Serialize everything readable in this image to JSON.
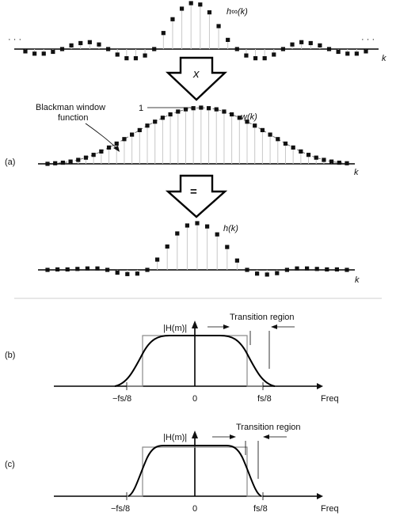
{
  "panel_a": {
    "label": "(a)",
    "ideal": {
      "name": "h∞(k)",
      "axis": "k",
      "ellipsis_left": "· · ·",
      "ellipsis_right": "· · ·",
      "values": [
        -0.05,
        -0.1,
        -0.1,
        -0.06,
        0.0,
        0.08,
        0.13,
        0.15,
        0.1,
        0.0,
        -0.12,
        -0.2,
        -0.2,
        -0.14,
        0.0,
        0.35,
        0.65,
        0.88,
        1.0,
        0.97,
        0.8,
        0.5,
        0.2,
        0.0,
        -0.14,
        -0.2,
        -0.2,
        -0.12,
        0.0,
        0.1,
        0.15,
        0.13,
        0.08,
        0.0,
        -0.06,
        -0.1,
        -0.1,
        -0.05
      ]
    },
    "operator_1": "x",
    "window": {
      "name": "w(k)",
      "title_line1": "Blackman window",
      "title_line2": "function",
      "peak_label": "1",
      "axis": "k",
      "values": [
        0.0,
        0.01,
        0.02,
        0.04,
        0.07,
        0.11,
        0.16,
        0.22,
        0.29,
        0.36,
        0.44,
        0.52,
        0.6,
        0.68,
        0.75,
        0.82,
        0.88,
        0.93,
        0.97,
        0.99,
        1.0,
        0.99,
        0.97,
        0.93,
        0.88,
        0.82,
        0.75,
        0.68,
        0.6,
        0.52,
        0.44,
        0.36,
        0.29,
        0.22,
        0.16,
        0.11,
        0.07,
        0.04,
        0.02,
        0.01
      ]
    },
    "operator_2": "=",
    "result": {
      "name": "h(k)",
      "axis": "k",
      "values": [
        0.0,
        0.01,
        0.01,
        0.02,
        0.03,
        0.03,
        0.0,
        -0.06,
        -0.09,
        -0.08,
        0.0,
        0.22,
        0.5,
        0.78,
        0.95,
        1.0,
        0.93,
        0.76,
        0.49,
        0.2,
        0.0,
        -0.08,
        -0.1,
        -0.07,
        0.0,
        0.03,
        0.03,
        0.02,
        0.01,
        0.01,
        0.0
      ]
    }
  },
  "panel_b": {
    "label": "(b)",
    "mag_label": "|H(m)|",
    "transition_label": "Transition region",
    "tick_left": "−fs/8",
    "tick_center": "0",
    "tick_right": "fs/8",
    "freq_label": "Freq"
  },
  "panel_c": {
    "label": "(c)",
    "mag_label": "|H(m)|",
    "transition_label": "Transition region",
    "tick_left": "−fs/8",
    "tick_center": "0",
    "tick_right": "fs/8",
    "freq_label": "Freq"
  },
  "chart_data": [
    {
      "type": "scatter",
      "title": "h∞(k)",
      "xlabel": "k",
      "y": [
        -0.05,
        -0.1,
        -0.1,
        -0.06,
        0.0,
        0.08,
        0.13,
        0.15,
        0.1,
        0.0,
        -0.12,
        -0.2,
        -0.2,
        -0.14,
        0.0,
        0.35,
        0.65,
        0.88,
        1.0,
        0.97,
        0.8,
        0.5,
        0.2,
        0.0,
        -0.14,
        -0.2,
        -0.2,
        -0.12,
        0.0,
        0.1,
        0.15,
        0.13,
        0.08,
        0.0,
        -0.06,
        -0.1,
        -0.1,
        -0.05
      ]
    },
    {
      "type": "scatter",
      "title": "w(k)",
      "xlabel": "k",
      "y": [
        0.0,
        0.01,
        0.02,
        0.04,
        0.07,
        0.11,
        0.16,
        0.22,
        0.29,
        0.36,
        0.44,
        0.52,
        0.6,
        0.68,
        0.75,
        0.82,
        0.88,
        0.93,
        0.97,
        0.99,
        1.0,
        0.99,
        0.97,
        0.93,
        0.88,
        0.82,
        0.75,
        0.68,
        0.6,
        0.52,
        0.44,
        0.36,
        0.29,
        0.22,
        0.16,
        0.11,
        0.07,
        0.04,
        0.02,
        0.01
      ]
    },
    {
      "type": "scatter",
      "title": "h(k)",
      "xlabel": "k",
      "y": [
        0.0,
        0.01,
        0.01,
        0.02,
        0.03,
        0.03,
        0.0,
        -0.06,
        -0.09,
        -0.08,
        0.0,
        0.22,
        0.5,
        0.78,
        0.95,
        1.0,
        0.93,
        0.76,
        0.49,
        0.2,
        0.0,
        -0.08,
        -0.1,
        -0.07,
        0.0,
        0.03,
        0.03,
        0.02,
        0.01,
        0.01,
        0.0
      ]
    }
  ]
}
